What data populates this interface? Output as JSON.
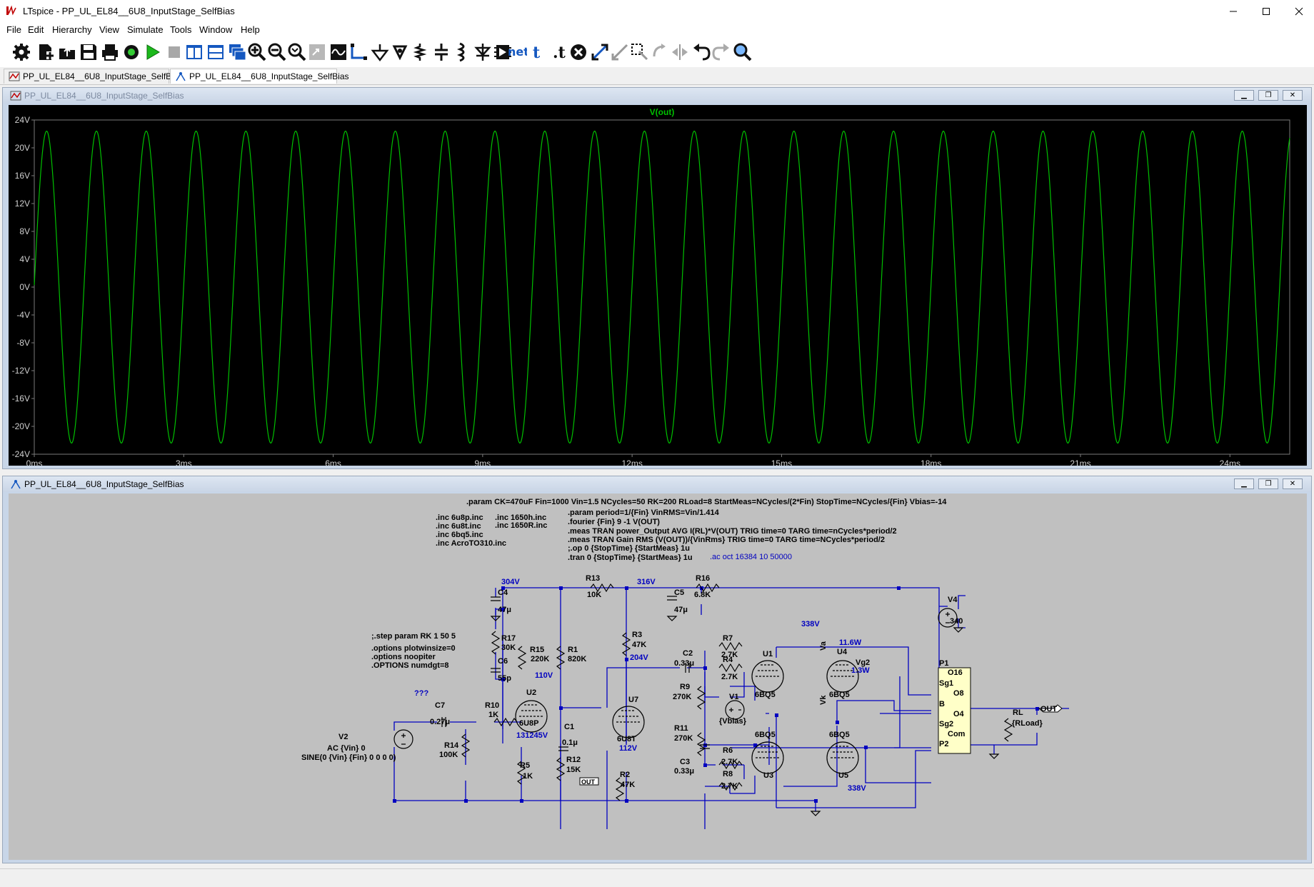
{
  "window": {
    "title": "LTspice - PP_UL_EL84__6U8_InputStage_SelfBias"
  },
  "menu": [
    "File",
    "Edit",
    "Hierarchy",
    "View",
    "Simulate",
    "Tools",
    "Window",
    "Help"
  ],
  "tabs": [
    {
      "label": "PP_UL_EL84__6U8_InputStage_SelfBias",
      "type": "waveform"
    },
    {
      "label": "PP_UL_EL84__6U8_InputStage_SelfBias",
      "type": "schematic"
    }
  ],
  "waveform_window": {
    "title": "PP_UL_EL84__6U8_InputStage_SelfBias"
  },
  "schematic_window": {
    "title": "PP_UL_EL84__6U8_InputStage_SelfBias"
  },
  "colors": {
    "trace": "#00c000",
    "grid": "#7a7a7a",
    "label": "#d0d0d0",
    "wire": "#0000c0",
    "schematic_bg": "#c0c0c0"
  },
  "chart_data": {
    "type": "line",
    "title": "V(out)",
    "xlabel": "",
    "ylabel": "",
    "xlim": [
      0,
      25.2
    ],
    "ylim": [
      -24,
      24
    ],
    "x_ticks": [
      "0ms",
      "3ms",
      "6ms",
      "9ms",
      "12ms",
      "15ms",
      "18ms",
      "21ms",
      "24ms"
    ],
    "y_ticks": [
      "24V",
      "20V",
      "16V",
      "12V",
      "8V",
      "4V",
      "0V",
      "-4V",
      "-8V",
      "-12V",
      "-16V",
      "-20V",
      "-24V"
    ],
    "series": [
      {
        "name": "V(out)",
        "function": "sine",
        "amplitude": 22.4,
        "period_ms": 1.0,
        "phase_start_value": 0.3,
        "color": "#00c000"
      }
    ]
  },
  "schematic": {
    "directives": {
      "param": ".param CK=470uF Fin=1000 Vin=1.5 NCycles=50 RK=200 RLoad=8 StartMeas=NCycles/(2*Fin) StopTime=NCycles/{Fin} Vbias=-14",
      "inc_left": [
        ".inc 6u8p.inc",
        ".inc 6u8t.inc",
        ".inc 6bq5.inc",
        ".inc AcroTO310.inc"
      ],
      "inc_right": [
        ".inc 1650h.inc",
        ".inc 1650R.inc"
      ],
      "right_block": [
        ".param period=1/{Fin} VinRMS=Vin/1.414",
        ".fourier {Fin} 9 -1 V(OUT)",
        ".meas TRAN power_Output AVG I(RL)*V(OUT) TRIG time=0 TARG time=nCycles*period/2",
        ".meas TRAN Gain RMS (V(OUT))/{VinRms} TRIG time=0 TARG time=NCycles*period/2",
        ";.op 0 {StopTime} {StartMeas} 1u",
        ".tran 0 {StopTime} {StartMeas} 1u"
      ],
      "ac": ".ac oct 16384 10 50000",
      "step": ";.step param RK 1 50 5",
      "options": [
        ".options plotwinsize=0",
        ".options noopiter",
        ".OPTIONS numdgt=8"
      ]
    },
    "labels": {
      "v304": "304V",
      "v316": "316V",
      "v204": "204V",
      "v110": "110V",
      "v112": "112V",
      "v131": "131245V",
      "v338a": "338V",
      "v338b": "338V",
      "w11": "11.6W",
      "w13": "1.3W",
      "qqq": "???",
      "R13": "R13",
      "R13v": "10K",
      "R16": "R16",
      "R16v": "6.8K",
      "C4": "C4",
      "C4v": "47μ",
      "C5": "C5",
      "C5v": "47μ",
      "V4": "V4",
      "V4v": "340",
      "R3": "R3",
      "R3v": "47K",
      "R17": "R17",
      "R17v": "30K",
      "R15": "R15",
      "R15v": "220K",
      "R1": "R1",
      "R1v": "820K",
      "C6": "C6",
      "C6v": "55p",
      "C2": "C2",
      "C2v": "0.33μ",
      "R7": "R7",
      "R7v": "2.7K",
      "R4": "R4",
      "R4v": "2.7K",
      "R9": "R9",
      "R9v": "270K",
      "V1": "V1",
      "V1v": "{Vbias}",
      "R11": "R11",
      "R11v": "270K",
      "C3": "C3",
      "C3v": "0.33μ",
      "R6": "R6",
      "R6v": "2.7K",
      "R8": "R8",
      "R8v": "2.7K",
      "U1": "U1",
      "U1t": "6BQ5",
      "U3": "U3",
      "U3t": "6BQ5",
      "U4": "U4",
      "U4t": "6BQ5",
      "U5": "U5",
      "U5t": "6BQ5",
      "U2": "U2",
      "U2t": "6U8P",
      "U7": "U7",
      "U7t": "6U8T",
      "C7": "C7",
      "C7v": "0.27μ",
      "R10": "R10",
      "R10v": "1K",
      "R14": "R14",
      "R14v": "100K",
      "C1": "C1",
      "C1v": "0.1μ",
      "R5": "R5",
      "R5v": "1K",
      "R12": "R12",
      "R12v": "15K",
      "R2": "R2",
      "R2v": "47K",
      "V2": "V2",
      "V2a": "AC {Vin} 0",
      "V2b": "SINE(0 {Vin} {Fin} 0 0 0 0)",
      "RL": "RL",
      "RLv": "{RLoad}",
      "OUT": "OUT",
      "OUT2": "OUT",
      "Va": "Va",
      "Vk": "Vk",
      "Vg2": "Vg2",
      "T_P1": "P1",
      "T_O16": "O16",
      "T_Sg1": "Sg1",
      "T_O8": "O8",
      "T_B": "B",
      "T_O4": "O4",
      "T_Sg2": "Sg2",
      "T_Com": "Com",
      "T_P2": "P2"
    }
  }
}
